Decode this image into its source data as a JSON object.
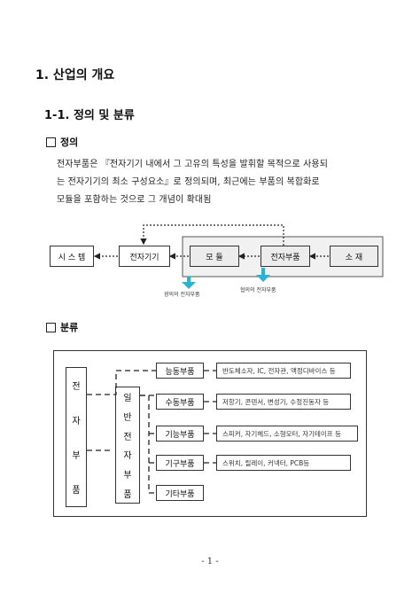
{
  "heading1": "1. 산업의 개요",
  "heading2": "1-1. 정의 및 분류",
  "sec_def": "정의",
  "para_lines": [
    "전자부품은 『전자기기 내에서 그 고유의 특성을 발휘할 목적으로 사용되",
    "는 전자기기의 최소 구성요소』로 정의되며, 최근에는 부품의 복합화로",
    "모듈을 포함하는 것으로 그 개념이 확대됨"
  ],
  "flow": {
    "system": "시 스 템",
    "device": "전자기기",
    "module": "모   듈",
    "component": "전자부품",
    "material": "소    재",
    "broad": "광의의 전자부품",
    "narrow": "협의의 전자부품"
  },
  "sec_cls": "분류",
  "tree": {
    "root_chars": [
      "전",
      "자",
      "부",
      "품"
    ],
    "general_chars": [
      "일",
      "반",
      "전",
      "자",
      "부",
      "품"
    ],
    "items": [
      {
        "label": "능동부품",
        "desc": "반도체소자, IC, 전자관, 액정디바이스 등"
      },
      {
        "label": "수동부품",
        "desc": "저항기, 콘덴서, 변성기, 수정진동자 등"
      },
      {
        "label": "기능부품",
        "desc": "스피커, 자기헤드, 소형모터, 자기테이프 등"
      },
      {
        "label": "기구부품",
        "desc": "스위치, 릴레이, 커넥터, PCB등"
      },
      {
        "label": "기타부품",
        "desc": ""
      }
    ]
  },
  "page_number": "- 1 -",
  "colors": {
    "arrow": "#2bb3d6",
    "gray_box": "#ececec"
  }
}
